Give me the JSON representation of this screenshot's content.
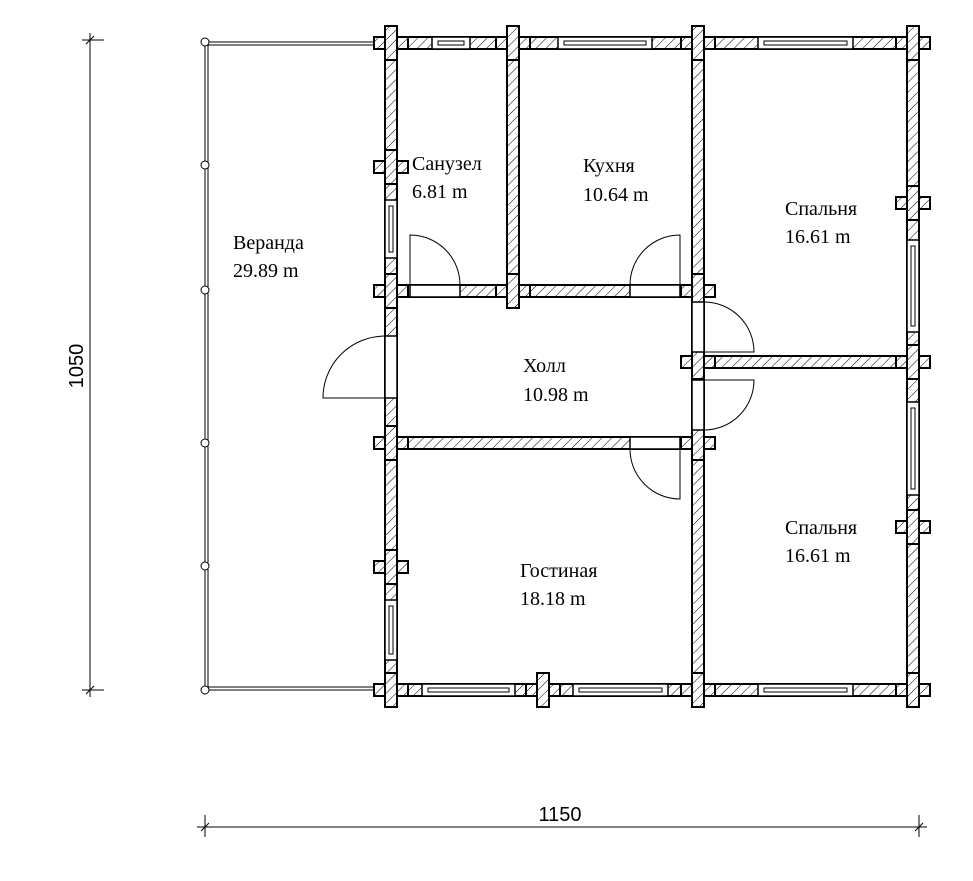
{
  "plan": {
    "rooms": [
      {
        "name": "Санузел",
        "area": "6.81 m"
      },
      {
        "name": "Кухня",
        "area": "10.64 m"
      },
      {
        "name": "Спальня",
        "area": "16.61 m"
      },
      {
        "name": "Веранда",
        "area": "29.89 m"
      },
      {
        "name": "Холл",
        "area": "10.98 m"
      },
      {
        "name": "Гостиная",
        "area": "18.18 m"
      },
      {
        "name": "Спальня",
        "area": "16.61 m"
      }
    ],
    "dimensions": {
      "height": "1050",
      "width": "1150"
    },
    "colors": {
      "line": "#000000",
      "background": "#ffffff"
    }
  }
}
